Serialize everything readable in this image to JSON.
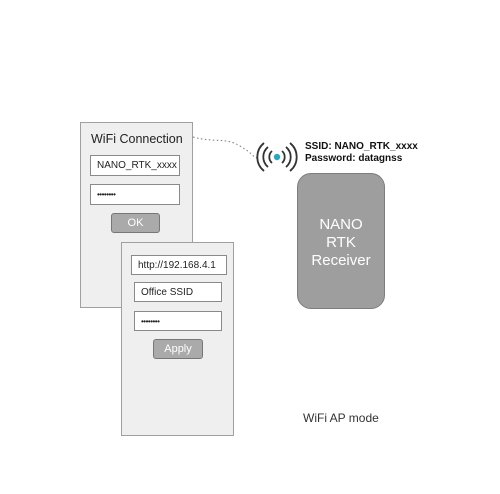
{
  "phone1": {
    "title": "WiFi Connection",
    "ssid_value": "NANO_RTK_xxxx",
    "password_value": "••••••••",
    "button_label": "OK"
  },
  "phone2": {
    "url_value": "http://192.168.4.1",
    "ssid_value": "Office SSID",
    "password_value": "••••••••",
    "button_label": "Apply"
  },
  "wifi": {
    "ssid_line": "SSID: NANO_RTK_xxxx",
    "password_line": "Password: datagnss",
    "icon": "wifi-signal-icon"
  },
  "receiver": {
    "line1": "NANO",
    "line2": "RTK",
    "line3": "Receiver"
  },
  "caption": "WiFi AP mode",
  "colors": {
    "phone_bg": "#efefef",
    "receiver": "#9e9e9e",
    "button": "#aaaaaa"
  }
}
